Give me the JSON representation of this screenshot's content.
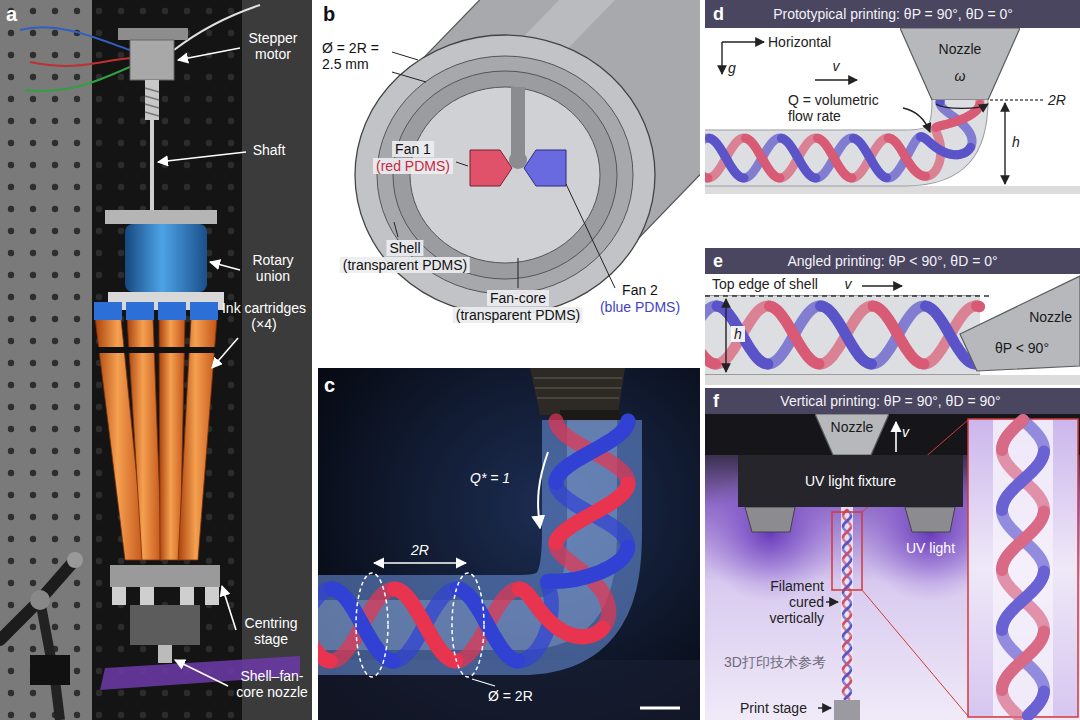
{
  "diagram": {
    "nodes": [
      {
        "text": [
          "d",
          "Prototypical printing: θP = 90°, θD = 0°"
        ]
      },
      {
        "text": [
          "Nozzle"
        ]
      },
      {
        "text": [
          "e",
          "Angled printing: θP < 90°, θD = 0°"
        ]
      },
      {
        "text": [
          "Nozzle"
        ]
      },
      {
        "text": [
          "f",
          "Vertical printing: θP = 90°, θD = 90°"
        ]
      },
      {
        "text": [
          "Nozzle"
        ]
      },
      {
        "text": [
          "UV light fixture"
        ]
      }
    ],
    "labels": [
      "a",
      "Stepper motor",
      "Shaft",
      "Rotary union",
      "Ink cartridges (×4)",
      "Centring stage",
      "Shell–fan-core nozzle",
      "b",
      "Ø = 2R = 2.5 mm",
      "Fan 1",
      "(red PDMS)",
      "Shell",
      "(transparent PDMS)",
      "Fan-core",
      "(transparent PDMS)",
      "Fan 2",
      "(blue PDMS)",
      "c",
      "Q* = 1",
      "2R",
      "Ø = 2R",
      "Horizontal",
      "g",
      "v",
      "ω",
      "Q = volumetric flow rate",
      "2R",
      "h",
      "v",
      "Top edge of shell",
      "h",
      "θP < 90°",
      "v",
      "UV light",
      "Filament cured vertically",
      "Print stage",
      "3D打印技术参考"
    ]
  }
}
